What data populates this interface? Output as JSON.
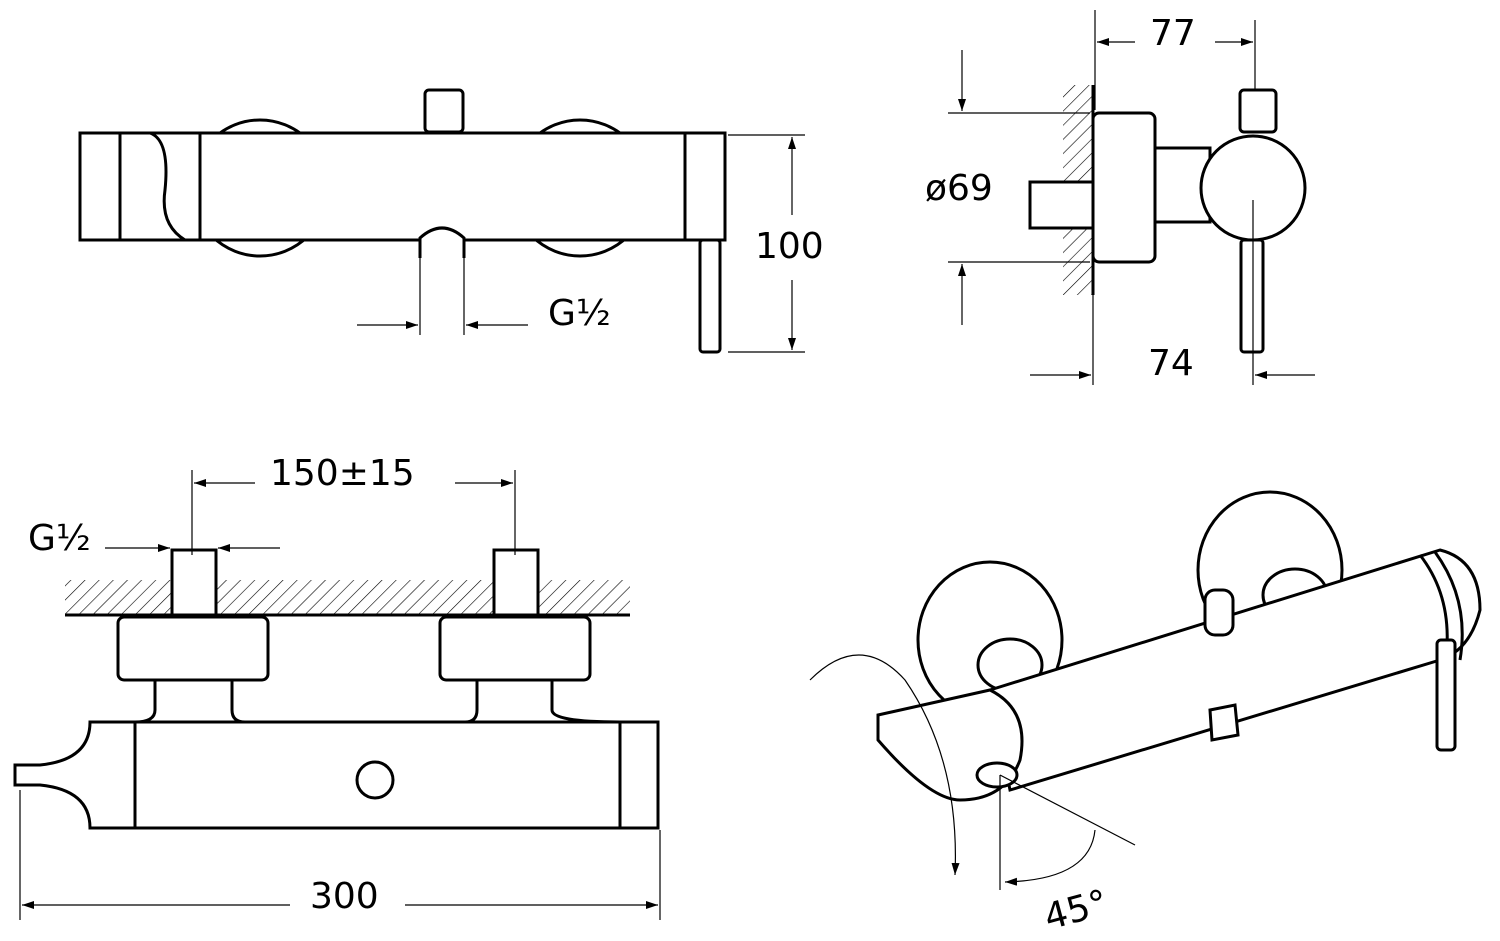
{
  "drawing": {
    "front_view": {
      "height_label": "100",
      "inlet_thread_label": "G½"
    },
    "side_view": {
      "depth_label": "77",
      "rosette_diameter_label": "ø69",
      "handle_offset_label": "74"
    },
    "top_view": {
      "inlet_spacing_label": "150±15",
      "inlet_thread_label": "G½",
      "width_label": "300"
    },
    "perspective_view": {
      "rotation_angle_label": "45°"
    }
  }
}
